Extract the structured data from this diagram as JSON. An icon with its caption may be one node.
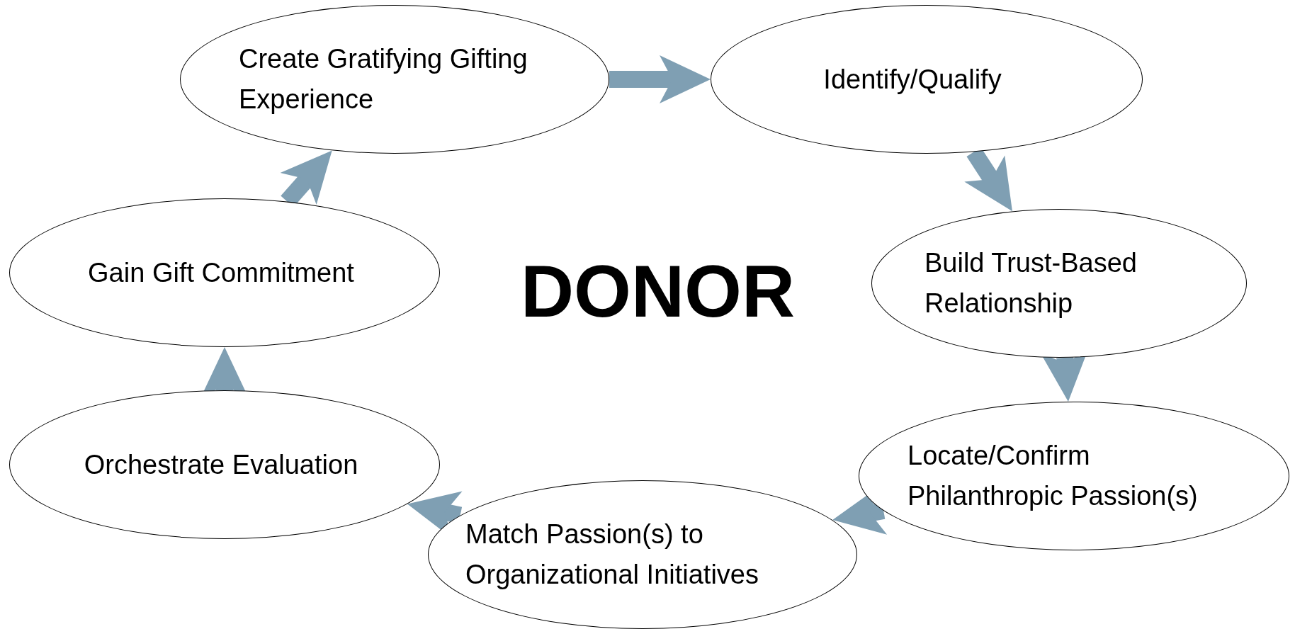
{
  "diagram": {
    "nodes": [
      {
        "text": [
          "Create Gratifying Gifting Experience"
        ]
      },
      {
        "text": [
          "Identify/Qualify"
        ]
      },
      {
        "text": [
          "Build Trust-Based Relationship"
        ]
      },
      {
        "text": [
          "Locate/Confirm Philanthropic Passion(s)"
        ]
      },
      {
        "text": [
          "Match Passion(s) to Organizational Initiatives"
        ]
      },
      {
        "text": [
          "Orchestrate Evaluation"
        ]
      },
      {
        "text": [
          "Gain Gift Commitment"
        ]
      }
    ],
    "edges": [
      {
        "from": 0,
        "to": 1,
        "arrow": "to"
      },
      {
        "from": 1,
        "to": 2,
        "arrow": "to"
      },
      {
        "from": 2,
        "to": 3,
        "arrow": "to"
      },
      {
        "from": 3,
        "to": 4,
        "arrow": "to"
      },
      {
        "from": 4,
        "to": 5,
        "arrow": "to"
      },
      {
        "from": 5,
        "to": 6,
        "arrow": "to"
      },
      {
        "from": 6,
        "to": 0,
        "arrow": "to"
      }
    ],
    "labels": [
      "DONOR"
    ]
  }
}
